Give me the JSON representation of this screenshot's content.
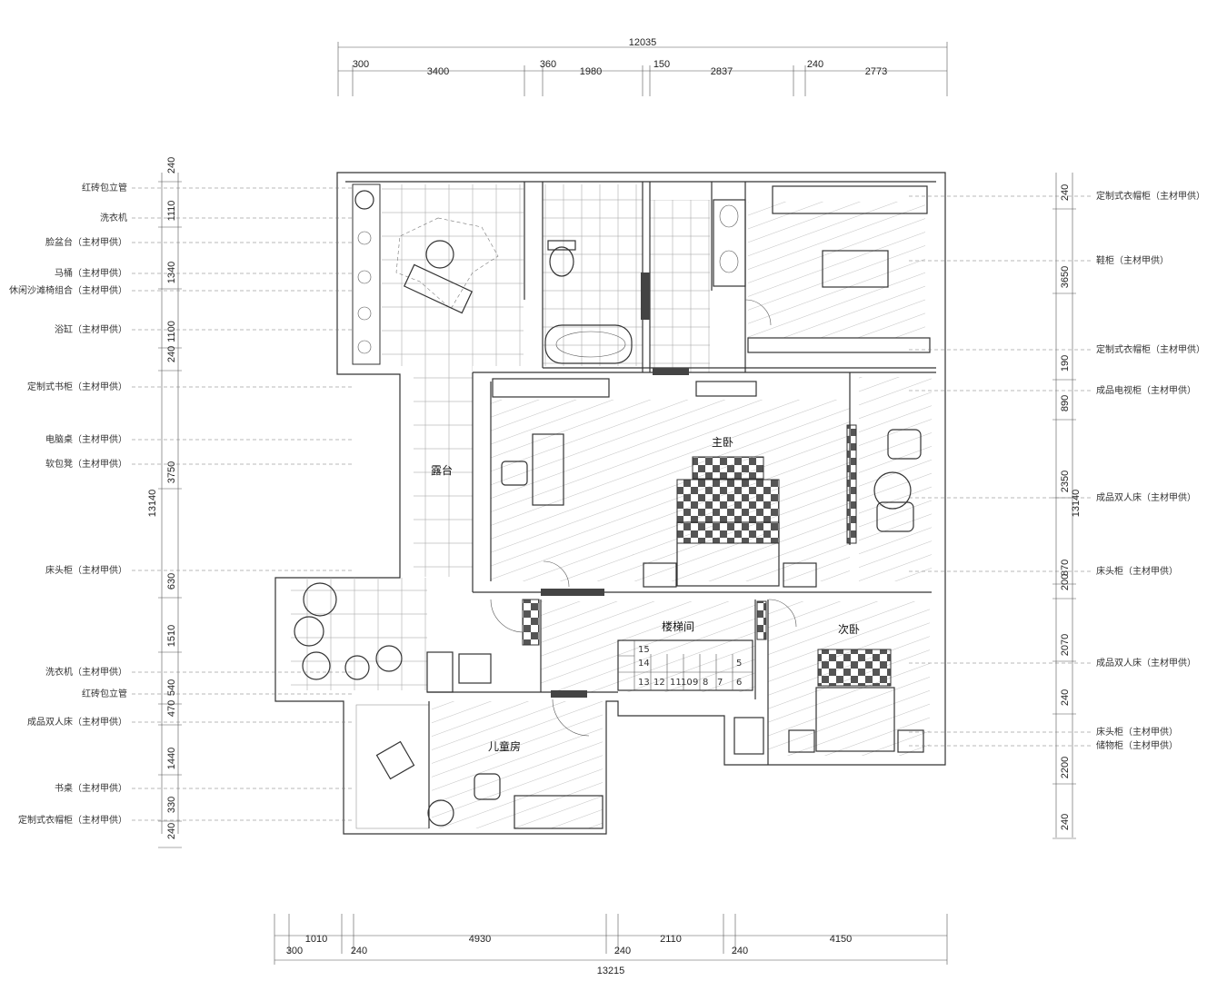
{
  "top_total": "12035",
  "top_dims": [
    "300",
    "3400",
    "360",
    "1980",
    "150",
    "2837",
    "240",
    "2773"
  ],
  "bottom_total": "13215",
  "bottom_dims_upper": [
    "1010",
    "4930",
    "2110",
    "4150"
  ],
  "bottom_dims_lower": [
    "300",
    "240",
    "240",
    "240"
  ],
  "left_total": "13140",
  "left_dims": [
    "240",
    "1110",
    "1340",
    "1100",
    "240",
    "3750",
    "630",
    "1510",
    "540",
    "470",
    "1440",
    "330",
    "240"
  ],
  "right_total": "13140",
  "right_dims": [
    "240",
    "3650",
    "190",
    "890",
    "2350",
    "870",
    "200",
    "2070",
    "240",
    "2200",
    "240"
  ],
  "left_labels": [
    "红砖包立管",
    "洗衣机",
    "脸盆台（主材甲供）",
    "马桶（主材甲供）",
    "休闲沙滩椅组合（主材甲供）",
    "浴缸（主材甲供）",
    "定制式书柜（主材甲供）",
    "电脑桌（主材甲供）",
    "软包凳（主材甲供）",
    "床头柜（主材甲供）",
    "洗衣机（主材甲供）",
    "红砖包立管",
    "成品双人床（主材甲供）",
    "书桌（主材甲供）",
    "定制式衣帽柜（主材甲供）"
  ],
  "right_labels": [
    "定制式衣帽柜（主材甲供）",
    "鞋柜（主材甲供）",
    "定制式衣帽柜（主材甲供）",
    "成品电视柜（主材甲供）",
    "成品双人床（主材甲供）",
    "床头柜（主材甲供）",
    "成品双人床（主材甲供）",
    "床头柜（主材甲供）",
    "储物柜（主材甲供）"
  ],
  "rooms": {
    "master": "主卧",
    "terrace": "露台",
    "stair": "楼梯间",
    "second": "次卧",
    "kids": "儿童房"
  },
  "stair_numbers": [
    "15",
    "14",
    "13",
    "12",
    "11",
    "10",
    "9",
    "8",
    "7",
    "6",
    "5"
  ]
}
